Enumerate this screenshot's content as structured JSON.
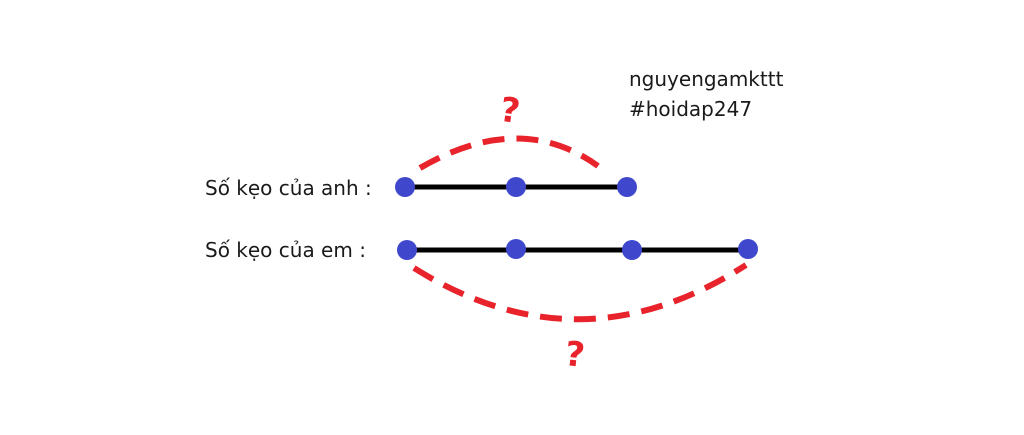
{
  "watermark": {
    "line1": "nguyengamkttt",
    "line2": "#hoidap247"
  },
  "diagram": {
    "anh_label": "Số kẹo của anh :",
    "em_label": "Số kẹo của em :",
    "anh_segments": 2,
    "em_segments": 3,
    "unknown_top": "?",
    "unknown_bottom": "?",
    "colors": {
      "segment": "#000000",
      "point": "#3f48cc",
      "brace": "#e8232b"
    }
  }
}
